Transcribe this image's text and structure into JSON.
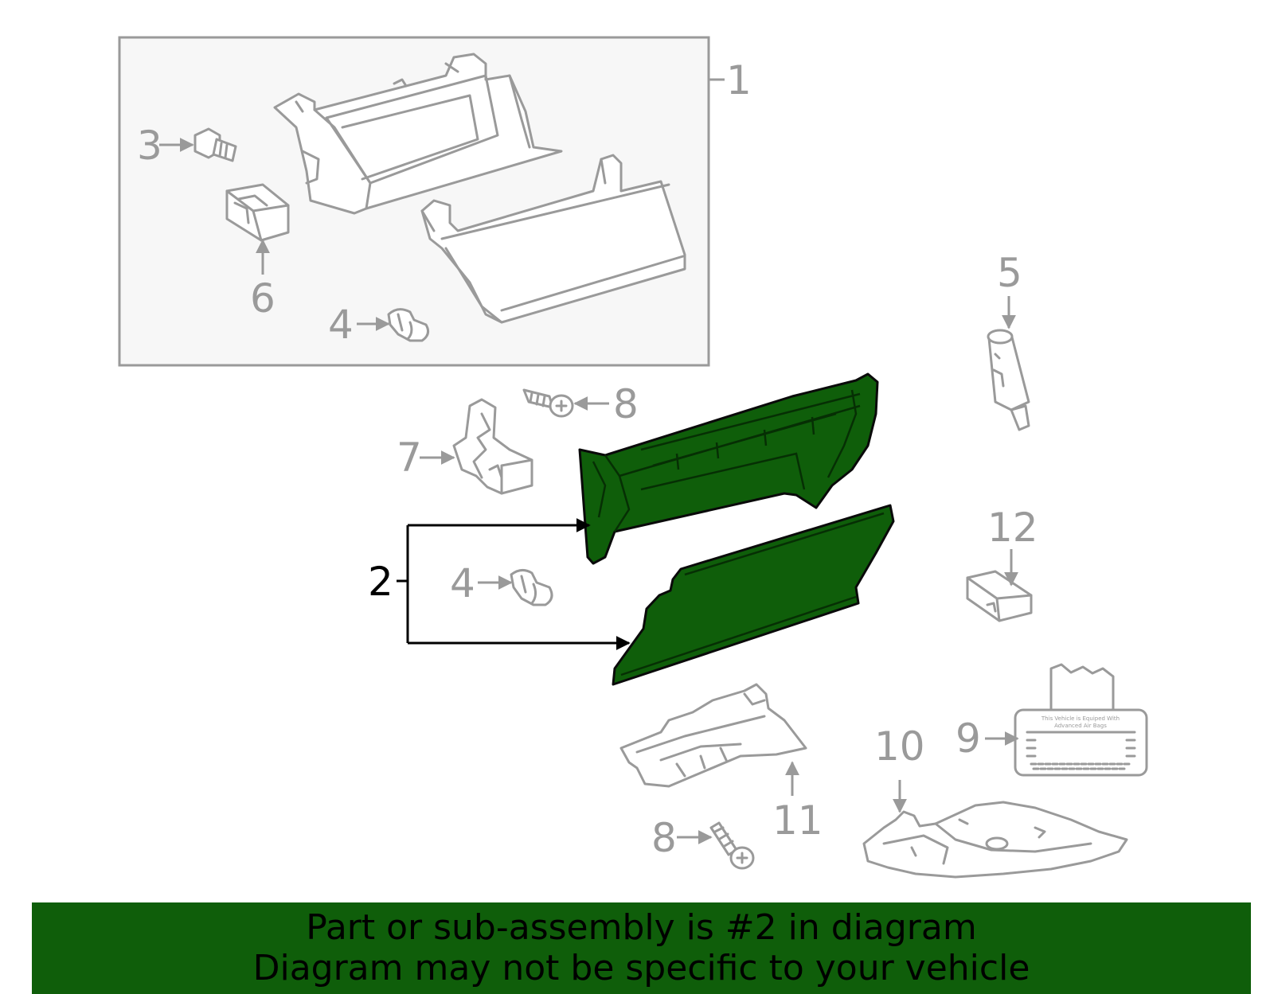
{
  "callouts": {
    "c1": "1",
    "c2": "2",
    "c3": "3",
    "c4a": "4",
    "c4b": "4",
    "c5": "5",
    "c6": "6",
    "c7": "7",
    "c8a": "8",
    "c8b": "8",
    "c9": "9",
    "c10": "10",
    "c11": "11",
    "c12": "12"
  },
  "label": {
    "line1": "This Vehicle is Equiped With",
    "line2": "Advanced Air Bags"
  },
  "banner": {
    "line1": "Part or sub-assembly is #2 in diagram",
    "line2": "Diagram may not be specific to your vehicle"
  },
  "colors": {
    "highlight": "#0f5e0a",
    "part_outline": "#9a9a9a",
    "banner_bg": "#0f5e0a"
  }
}
